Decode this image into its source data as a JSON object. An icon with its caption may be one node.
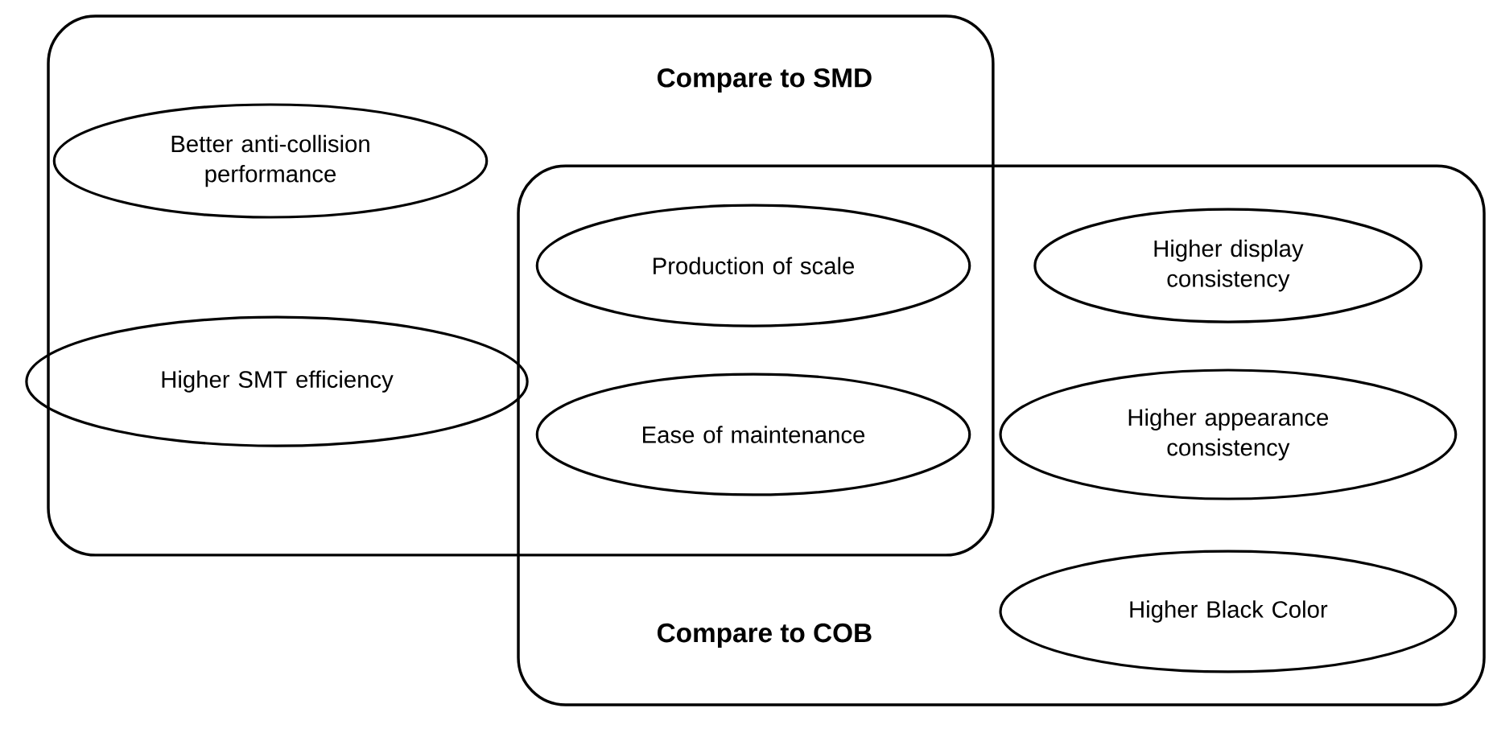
{
  "diagram": {
    "nodes": [
      {
        "text": [
          "Compare to SMD"
        ]
      },
      {
        "text": [
          "Compare to COB"
        ]
      },
      {
        "text": [
          "Better anti-collision performance"
        ],
        "in": 0
      },
      {
        "text": [
          "Higher SMT efficiency"
        ],
        "in": 0
      },
      {
        "text": [
          "Production of scale"
        ]
      },
      {
        "text": [
          "Ease of maintenance"
        ]
      },
      {
        "text": [
          "Higher display consistency"
        ],
        "in": 1
      },
      {
        "text": [
          "Higher appearance consistency"
        ],
        "in": 1
      },
      {
        "text": [
          "Higher Black Color"
        ],
        "in": 1
      }
    ]
  }
}
